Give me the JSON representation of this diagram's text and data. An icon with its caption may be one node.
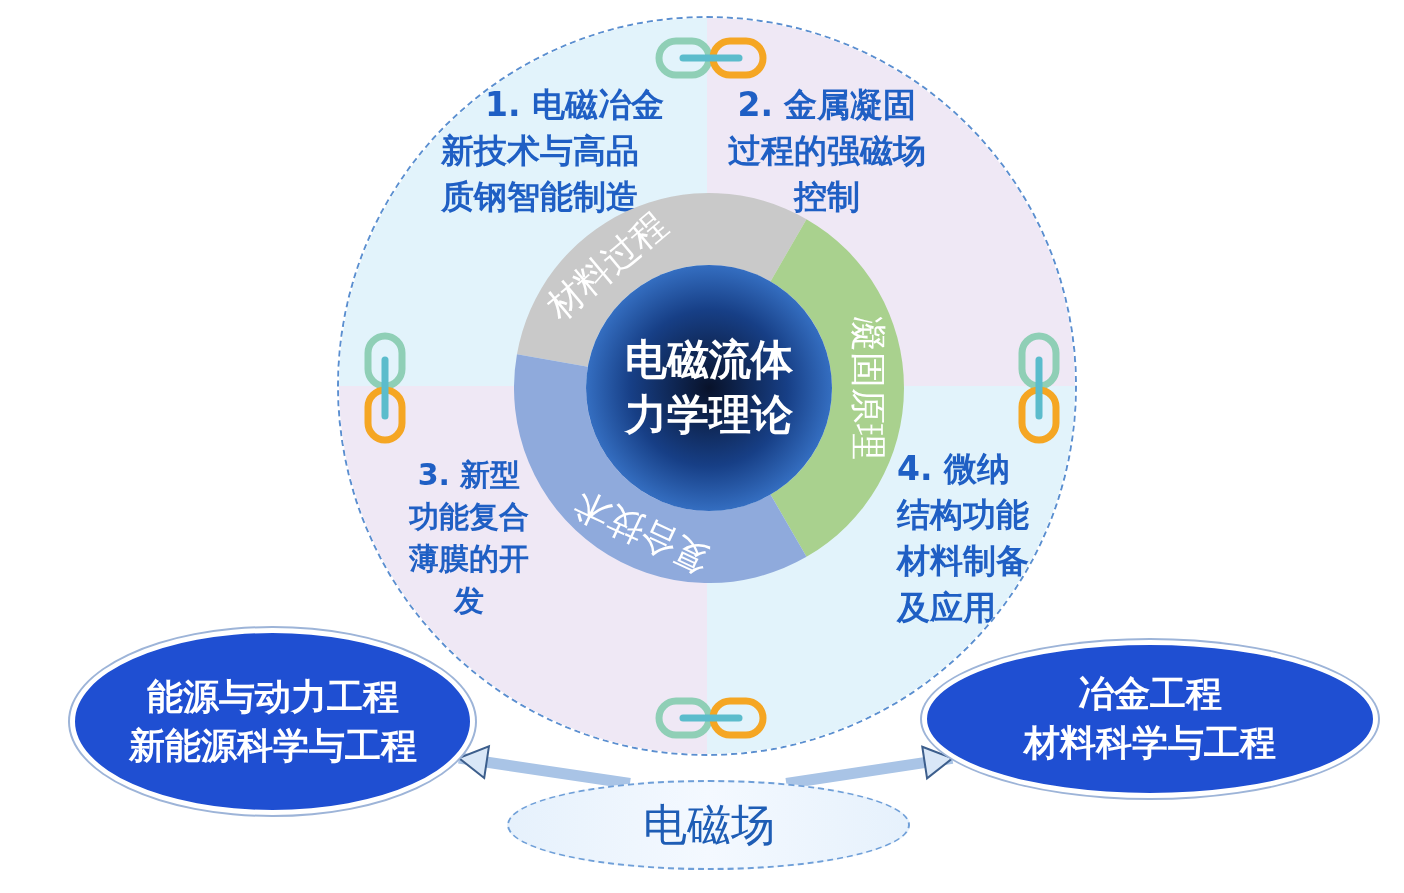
{
  "diagram": {
    "nodes": [
      {
        "text": [],
        "shape": "circle"
      },
      {
        "text": [
          "1. 电磁冶金新技术与高品质钢智能制造"
        ],
        "in": 0
      },
      {
        "text": [
          "2. 金属凝固过程的强磁场控制"
        ],
        "in": 0
      },
      {
        "text": [
          "3. 新型功能复合薄膜的开发"
        ],
        "in": 0
      },
      {
        "text": [
          "4. 微纳结构功能材料制备及应用"
        ],
        "in": 0
      },
      {
        "text": [
          "材料过程"
        ],
        "in": 0
      },
      {
        "text": [
          "凝固原理"
        ],
        "in": 0
      },
      {
        "text": [
          "复合技术"
        ],
        "in": 0
      },
      {
        "text": [
          "电磁流体力学理论"
        ],
        "in": 0
      },
      {
        "text": [
          "能源与动力工程",
          "新能源科学与工程"
        ]
      },
      {
        "text": [
          "冶金工程",
          "材料科学与工程"
        ]
      },
      {
        "text": [
          "电磁场"
        ]
      }
    ],
    "edges": [
      {
        "from": 11,
        "to": 9,
        "arrow": "to"
      },
      {
        "from": 11,
        "to": 10,
        "arrow": "to"
      }
    ]
  }
}
